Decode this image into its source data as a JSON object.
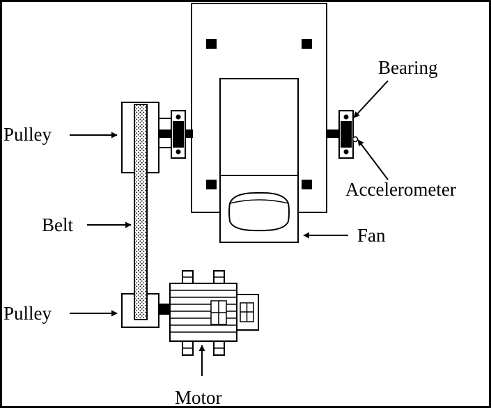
{
  "labels": {
    "pulley_top": "Pulley",
    "belt": "Belt",
    "pulley_bottom": "Pulley",
    "bearing": "Bearing",
    "accelerometer": "Accelerometer",
    "fan": "Fan",
    "motor": "Motor"
  },
  "colors": {
    "stroke": "#000000",
    "background": "#ffffff"
  }
}
